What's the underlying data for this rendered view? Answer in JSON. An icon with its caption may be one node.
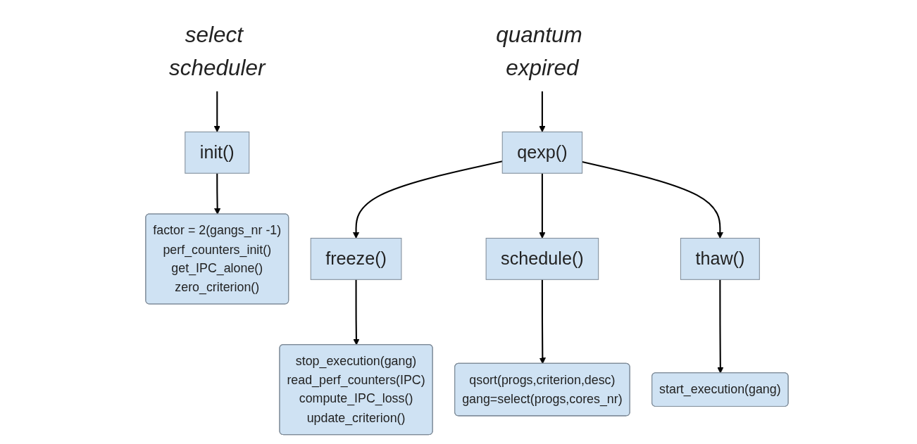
{
  "diagram": {
    "nodes": [
      {
        "text": [
          "select scheduler"
        ]
      },
      {
        "text": [
          "init()"
        ]
      },
      {
        "text": [
          "factor = 2(gangs_nr -1)",
          "perf_counters_init()",
          "get_IPC_alone()",
          "zero_criterion()"
        ]
      },
      {
        "text": [
          "quantum expired"
        ]
      },
      {
        "text": [
          "qexp()"
        ]
      },
      {
        "text": [
          "freeze()"
        ]
      },
      {
        "text": [
          "schedule()"
        ]
      },
      {
        "text": [
          "thaw()"
        ]
      },
      {
        "text": [
          "stop_execution(gang)",
          "read_perf_counters(IPC)",
          "compute_IPC_loss()",
          "update_criterion()"
        ]
      },
      {
        "text": [
          "qsort(progs,criterion,desc)",
          "gang=select(progs,cores_nr)"
        ]
      },
      {
        "text": [
          "start_execution(gang)"
        ]
      }
    ],
    "edges": [
      {
        "from": 0,
        "to": 1,
        "arrow": "to"
      },
      {
        "from": 1,
        "to": 2,
        "arrow": "to"
      },
      {
        "from": 3,
        "to": 4,
        "arrow": "to"
      },
      {
        "from": 4,
        "to": 5,
        "arrow": "to"
      },
      {
        "from": 4,
        "to": 6,
        "arrow": "to"
      },
      {
        "from": 4,
        "to": 7,
        "arrow": "to"
      },
      {
        "from": 5,
        "to": 8,
        "arrow": "to"
      },
      {
        "from": 6,
        "to": 9,
        "arrow": "to"
      },
      {
        "from": 7,
        "to": 10,
        "arrow": "to"
      }
    ]
  }
}
